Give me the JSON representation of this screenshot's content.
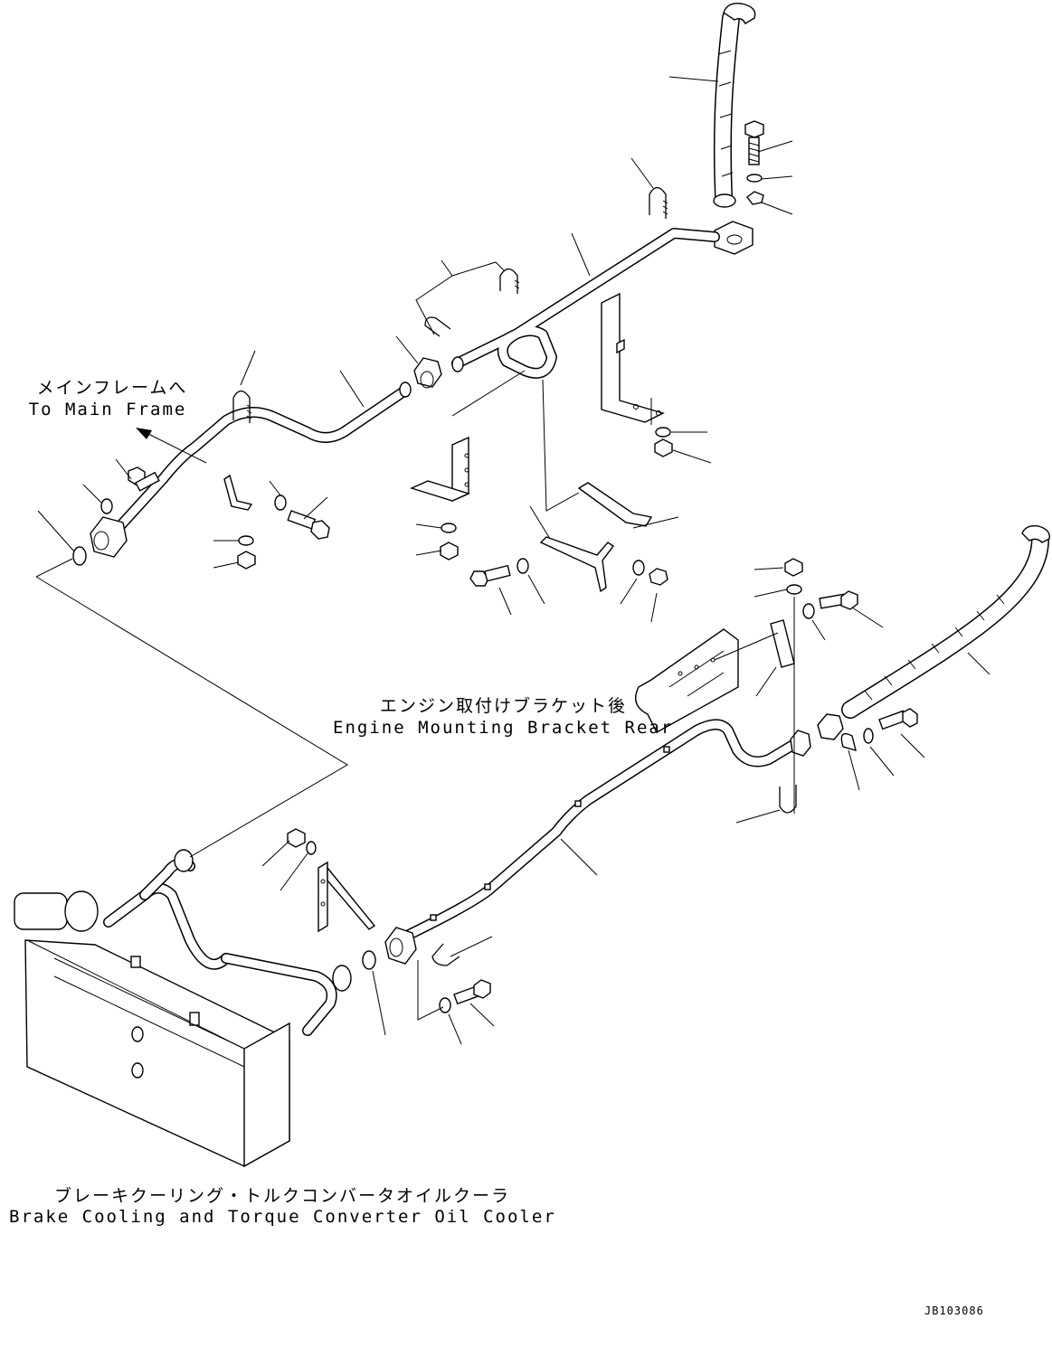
{
  "labels": {
    "main_frame_jp": "メインフレームへ",
    "main_frame_en": "To Main Frame",
    "engine_bracket_jp": "エンジン取付けブラケット後",
    "engine_bracket_en": "Engine Mounting Bracket Rear",
    "cooler_jp": "ブレーキクーリング・トルクコンバータオイルクーラ",
    "cooler_en": "Brake Cooling and Torque Converter Oil Cooler"
  },
  "drawing_number": "JB103086"
}
